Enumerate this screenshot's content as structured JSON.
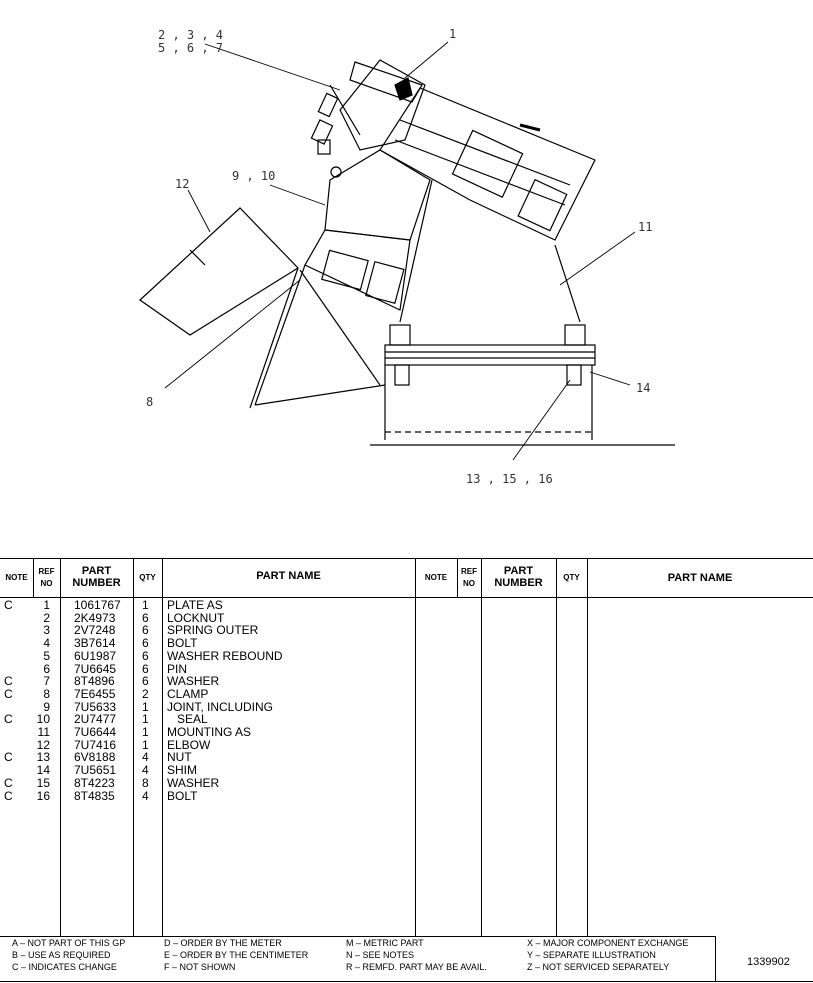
{
  "callouts": {
    "c1": "1",
    "c234": "2 , 3 , 4",
    "c567": "5 , 6 , 7",
    "c910": "9 , 10",
    "c11": "11",
    "c12": "12",
    "c8": "8",
    "c14": "14",
    "c131516": "13 , 15 , 16"
  },
  "table": {
    "headers": {
      "note": "NOTE",
      "ref_top": "REF",
      "ref_bottom": "NO",
      "part_top": "PART",
      "part_bottom": "NUMBER",
      "qty": "QTY",
      "name": "PART NAME"
    },
    "rows": [
      {
        "note": "C",
        "ref": "1",
        "part": "1061767",
        "qty": "1",
        "name": "PLATE AS"
      },
      {
        "note": "",
        "ref": "2",
        "part": "2K4973",
        "qty": "6",
        "name": "LOCKNUT"
      },
      {
        "note": "",
        "ref": "3",
        "part": "2V7248",
        "qty": "6",
        "name": "SPRING OUTER"
      },
      {
        "note": "",
        "ref": "4",
        "part": "3B7614",
        "qty": "6",
        "name": "BOLT"
      },
      {
        "note": "",
        "ref": "5",
        "part": "6U1987",
        "qty": "6",
        "name": "WASHER REBOUND"
      },
      {
        "note": "",
        "ref": "6",
        "part": "7U6645",
        "qty": "6",
        "name": "PIN"
      },
      {
        "note": "C",
        "ref": "7",
        "part": "8T4896",
        "qty": "6",
        "name": "WASHER"
      },
      {
        "note": "C",
        "ref": "8",
        "part": "7E6455",
        "qty": "2",
        "name": "CLAMP"
      },
      {
        "note": "",
        "ref": "9",
        "part": "7U5633",
        "qty": "1",
        "name": "JOINT, INCLUDING"
      },
      {
        "note": "C",
        "ref": "10",
        "part": "2U7477",
        "qty": "1",
        "name": "   SEAL"
      },
      {
        "note": "",
        "ref": "11",
        "part": "7U6644",
        "qty": "1",
        "name": "MOUNTING AS"
      },
      {
        "note": "",
        "ref": "12",
        "part": "7U7416",
        "qty": "1",
        "name": "ELBOW"
      },
      {
        "note": "C",
        "ref": "13",
        "part": "6V8188",
        "qty": "4",
        "name": "NUT"
      },
      {
        "note": "",
        "ref": "14",
        "part": "7U5651",
        "qty": "4",
        "name": "SHIM"
      },
      {
        "note": "C",
        "ref": "15",
        "part": "8T4223",
        "qty": "8",
        "name": "WASHER"
      },
      {
        "note": "C",
        "ref": "16",
        "part": "8T4835",
        "qty": "4",
        "name": "BOLT"
      }
    ]
  },
  "legend": {
    "a": "A – NOT PART OF THIS GP",
    "b": "B – USE AS REQUIRED",
    "c": "C – INDICATES CHANGE",
    "d": "D – ORDER BY THE METER",
    "e": "E – ORDER BY THE CENTIMETER",
    "f": "F – NOT SHOWN",
    "m": "M – METRIC PART",
    "n": "N – SEE NOTES",
    "r": "R – REMFD. PART MAY BE AVAIL.",
    "x": "X – MAJOR COMPONENT EXCHANGE",
    "y": "Y – SEPARATE ILLUSTRATION",
    "z": "Z – NOT SERVICED SEPARATELY"
  },
  "illustration_number": "1339902"
}
